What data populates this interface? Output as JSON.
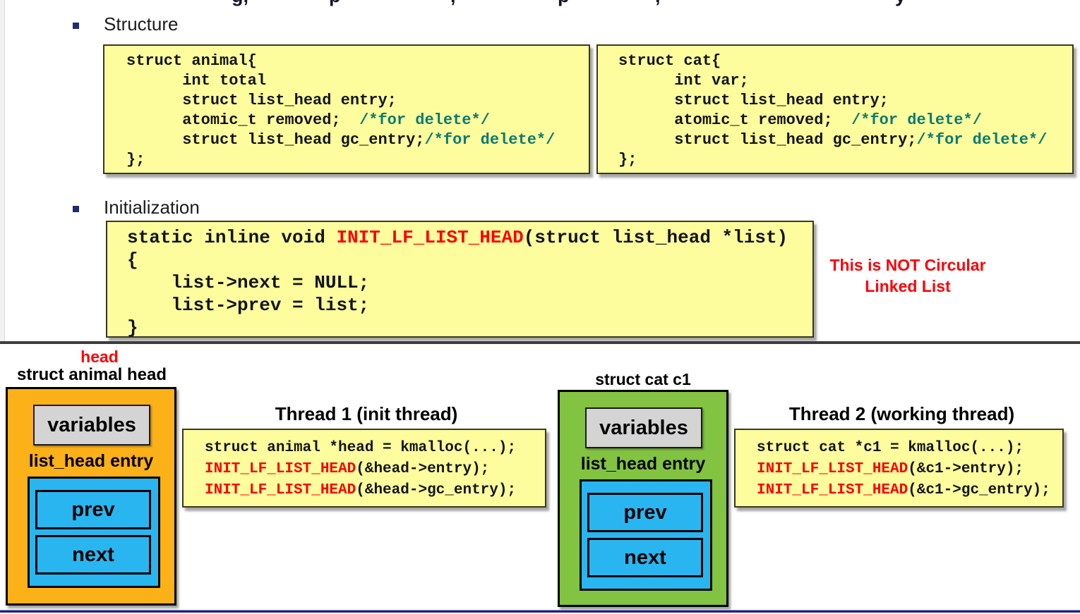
{
  "colors": {
    "code_box_yellow": "#FDFD9E",
    "comment_teal": "#0b7a72",
    "keyword_red": "#fb0207",
    "animal_box_orange": "#FBB117",
    "cat_box_green": "#82C341",
    "entry_blue": "#29B6F0",
    "variables_gray": "#D4D4D4",
    "bullet_navy": "#1F2A70",
    "divider_gray": "#3d3d3d",
    "bottom_line_navy": "#23237E"
  },
  "top_clipped_fragments": {
    "f1": "g,",
    "f2": "p",
    "f3": ",",
    "f4": "p",
    "f5": ",",
    "f6": "y"
  },
  "sections": {
    "structure_label": "Structure",
    "initialization_label": "Initialization"
  },
  "struct_animal": {
    "line1": "struct animal{",
    "line2": "      int total",
    "line3": "      struct list_head entry;",
    "line4_code": "      atomic_t removed;  ",
    "line4_comment": "/*for delete*/",
    "line5_code": "      struct list_head gc_entry;",
    "line5_comment": "/*for delete*/",
    "line6": "};"
  },
  "struct_cat": {
    "line1": "struct cat{",
    "line2": "      int var;",
    "line3": "      struct list_head entry;",
    "line4_code": "      atomic_t removed;  ",
    "line4_comment": "/*for delete*/",
    "line5_code": "      struct list_head gc_entry;",
    "line5_comment": "/*for delete*/",
    "line6": "};"
  },
  "init_fn": {
    "line1_pre": "static inline void ",
    "line1_fn": "INIT_LF_LIST_HEAD",
    "line1_post": "(struct list_head *list)",
    "line2": "{",
    "line3": "    list->next = NULL;",
    "line4": "    list->prev = list;",
    "line5": "}"
  },
  "note": {
    "line1": "This is NOT Circular",
    "line2": "Linked List"
  },
  "diagram": {
    "head_pointer_label": "head",
    "animal_title": "struct animal head",
    "cat_title": "struct cat c1",
    "variables_label": "variables",
    "entry_label": "list_head entry",
    "prev_label": "prev",
    "next_label": "next"
  },
  "thread1": {
    "title": "Thread 1 (init thread)",
    "line1": "struct animal *head = kmalloc(...);",
    "line2_fn": "INIT_LF_LIST_HEAD",
    "line2_rest": "(&head->entry);",
    "line3_fn": "INIT_LF_LIST_HEAD",
    "line3_rest": "(&head->gc_entry);"
  },
  "thread2": {
    "title": "Thread 2 (working thread)",
    "line1": "struct cat *c1 = kmalloc(...);",
    "line2_fn": "INIT_LF_LIST_HEAD",
    "line2_rest": "(&c1->entry);",
    "line3_fn": "INIT_LF_LIST_HEAD",
    "line3_rest": "(&c1->gc_entry);"
  }
}
